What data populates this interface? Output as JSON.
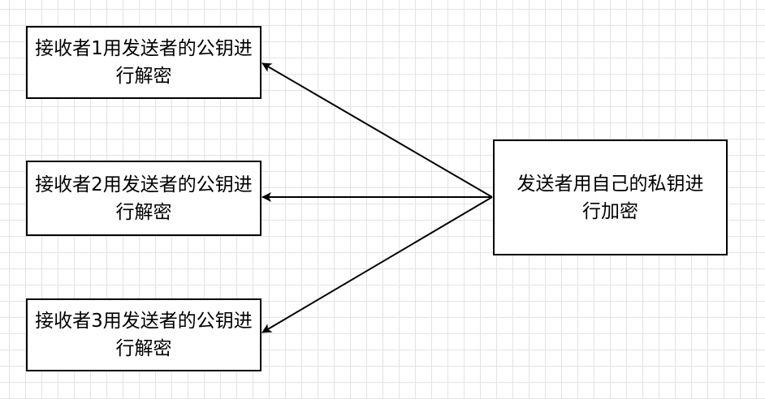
{
  "nodes": {
    "receiver_1": "接收者1用发送者的公钥进行解密",
    "receiver_2": "接收者2用发送者的公钥进行解密",
    "receiver_3": "接收者3用发送者的公钥进行解密",
    "sender": "发送者用自己的私钥进行加密"
  },
  "edges": [
    {
      "from": "sender",
      "to": "receiver_1"
    },
    {
      "from": "sender",
      "to": "receiver_2"
    },
    {
      "from": "sender",
      "to": "receiver_3"
    }
  ],
  "colors": {
    "line": "#000000",
    "box_border": "#000000",
    "grid": "#e3e3e3",
    "background": "#ffffff"
  }
}
